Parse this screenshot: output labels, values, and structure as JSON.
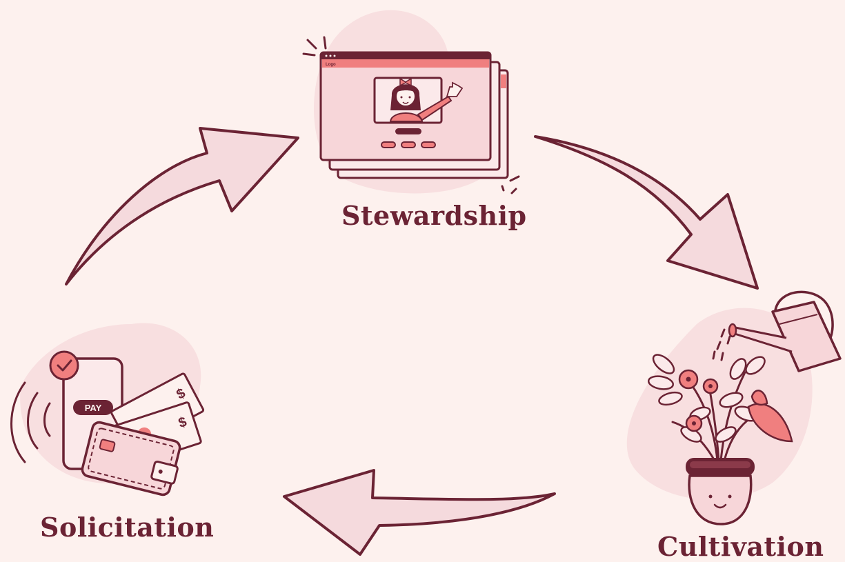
{
  "labels": {
    "stewardship": "Stewardship",
    "solicitation": "Solicitation",
    "cultivation": "Cultivation"
  },
  "illustrations": {
    "stewardship": {
      "icon": "browser-window-waving-girl-icon",
      "logo_text": "Logo"
    },
    "solicitation": {
      "icon": "phone-payment-wallet-icon",
      "pay_text": "PAY",
      "currency_glyph": "$"
    },
    "cultivation": {
      "icon": "watering-can-plant-pot-icon"
    }
  },
  "colors": {
    "background": "#fdf1ee",
    "outline": "#6b2334",
    "accent": "#f07f7f",
    "fill_light": "#f7d6d9",
    "arrow_fill": "#f5dadd"
  }
}
